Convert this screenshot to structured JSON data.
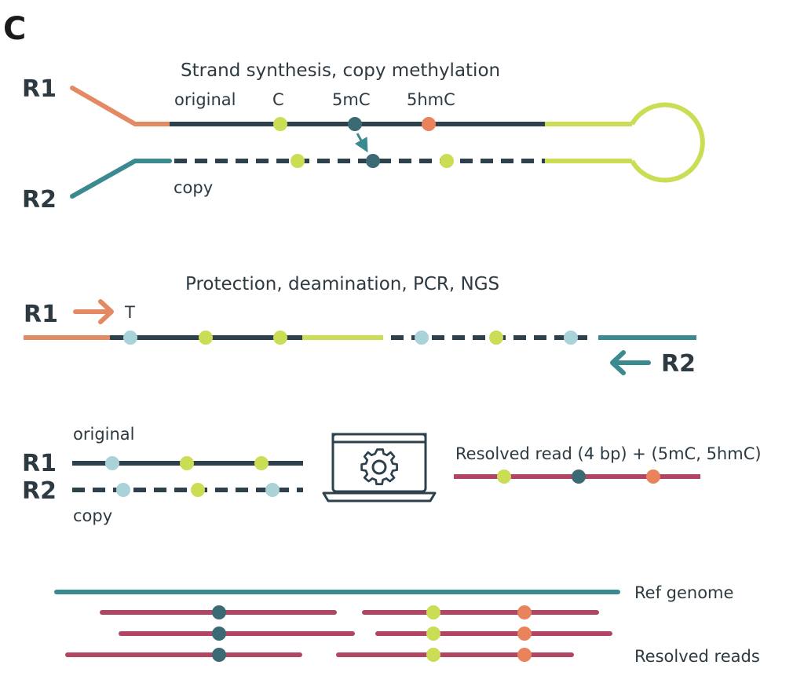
{
  "panel_label": "C",
  "colors": {
    "dark": "#2d414c",
    "orange": "#e38a64",
    "teal": "#3a8a90",
    "lime": "#cbdd55",
    "crimson": "#b24563",
    "lightblue": "#a9d3d8",
    "mC": "#3b6a74",
    "hmC": "#e9835c"
  },
  "step1": {
    "title": "Strand synthesis, copy methylation",
    "r1": "R1",
    "r2": "R2",
    "original": "original",
    "copy": "copy",
    "c": "C",
    "mc": "5mC",
    "hmc": "5hmC"
  },
  "step2": {
    "title": "Protection, deamination, PCR, NGS",
    "r1": "R1",
    "r2": "R2",
    "t": "T"
  },
  "step3": {
    "r1": "R1",
    "r2": "R2",
    "original": "original",
    "copy": "copy",
    "resolved": "Resolved read (4 bp) + (5mC, 5hmC)",
    "icon": "laptop-gear-icon"
  },
  "step4": {
    "ref": "Ref genome",
    "reads": "Resolved reads"
  }
}
